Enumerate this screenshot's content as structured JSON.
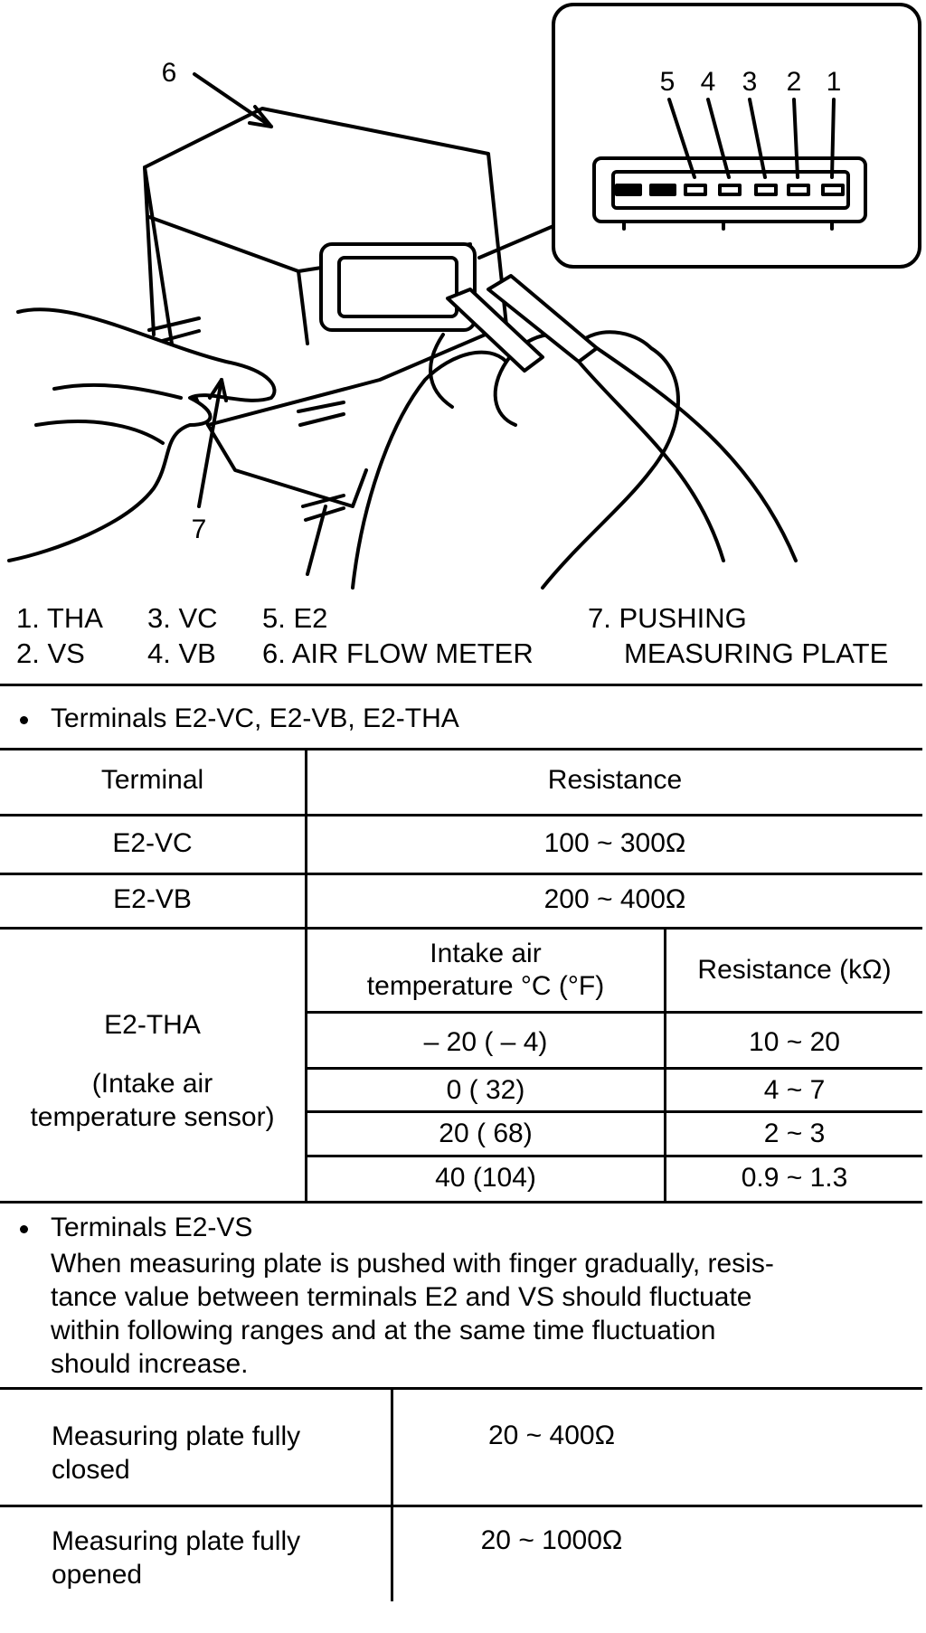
{
  "figure": {
    "callouts": [
      "6",
      "7"
    ],
    "connector_pins": [
      "5",
      "4",
      "3",
      "2",
      "1"
    ]
  },
  "legend": {
    "item1": "1.  THA",
    "item2": "2.  VS",
    "item3": "3. VC",
    "item4": "4. VB",
    "item5": "5. E2",
    "item6": "6. AIR FLOW METER",
    "item7_line1": "7. PUSHING",
    "item7_line2": "MEASURING PLATE"
  },
  "section1": {
    "heading": "Terminals E2-VC, E2-VB, E2-THA",
    "table": {
      "col_terminal": "Terminal",
      "col_resistance": "Resistance",
      "rows": [
        {
          "terminal": "E2-VC",
          "resistance": "100 ~  300Ω"
        },
        {
          "terminal": "E2-VB",
          "resistance": "200 ~  400Ω"
        }
      ],
      "tha": {
        "terminal": "E2-THA",
        "terminal_note_line1": "(Intake air",
        "terminal_note_line2": "temperature sensor)",
        "sub_header_temp_line1": "Intake air",
        "sub_header_temp_line2": "temperature °C (°F)",
        "sub_header_res": "Resistance (kΩ)",
        "rows": [
          {
            "temp": "– 20 ( – 4)",
            "res": "10 ~  20"
          },
          {
            "temp": "0 (   32)",
            "res": "4  ~  7"
          },
          {
            "temp": "20 (   68)",
            "res": "2  ~  3"
          },
          {
            "temp": "40 (104)",
            "res": "0.9  ~  1.3"
          }
        ]
      }
    }
  },
  "section2": {
    "heading": "Terminals E2-VS",
    "para_lines": [
      "When measuring plate is pushed with finger gradually, resis-",
      "tance value between terminals E2 and VS should fluctuate",
      "within following ranges and at the same time fluctuation",
      "should increase."
    ],
    "table": [
      {
        "state_line1": "Measuring plate fully",
        "state_line2": "closed",
        "value": "20  ~  400Ω"
      },
      {
        "state_line1": "Measuring plate fully",
        "state_line2": "opened",
        "value": "20  ~  1000Ω"
      }
    ]
  }
}
